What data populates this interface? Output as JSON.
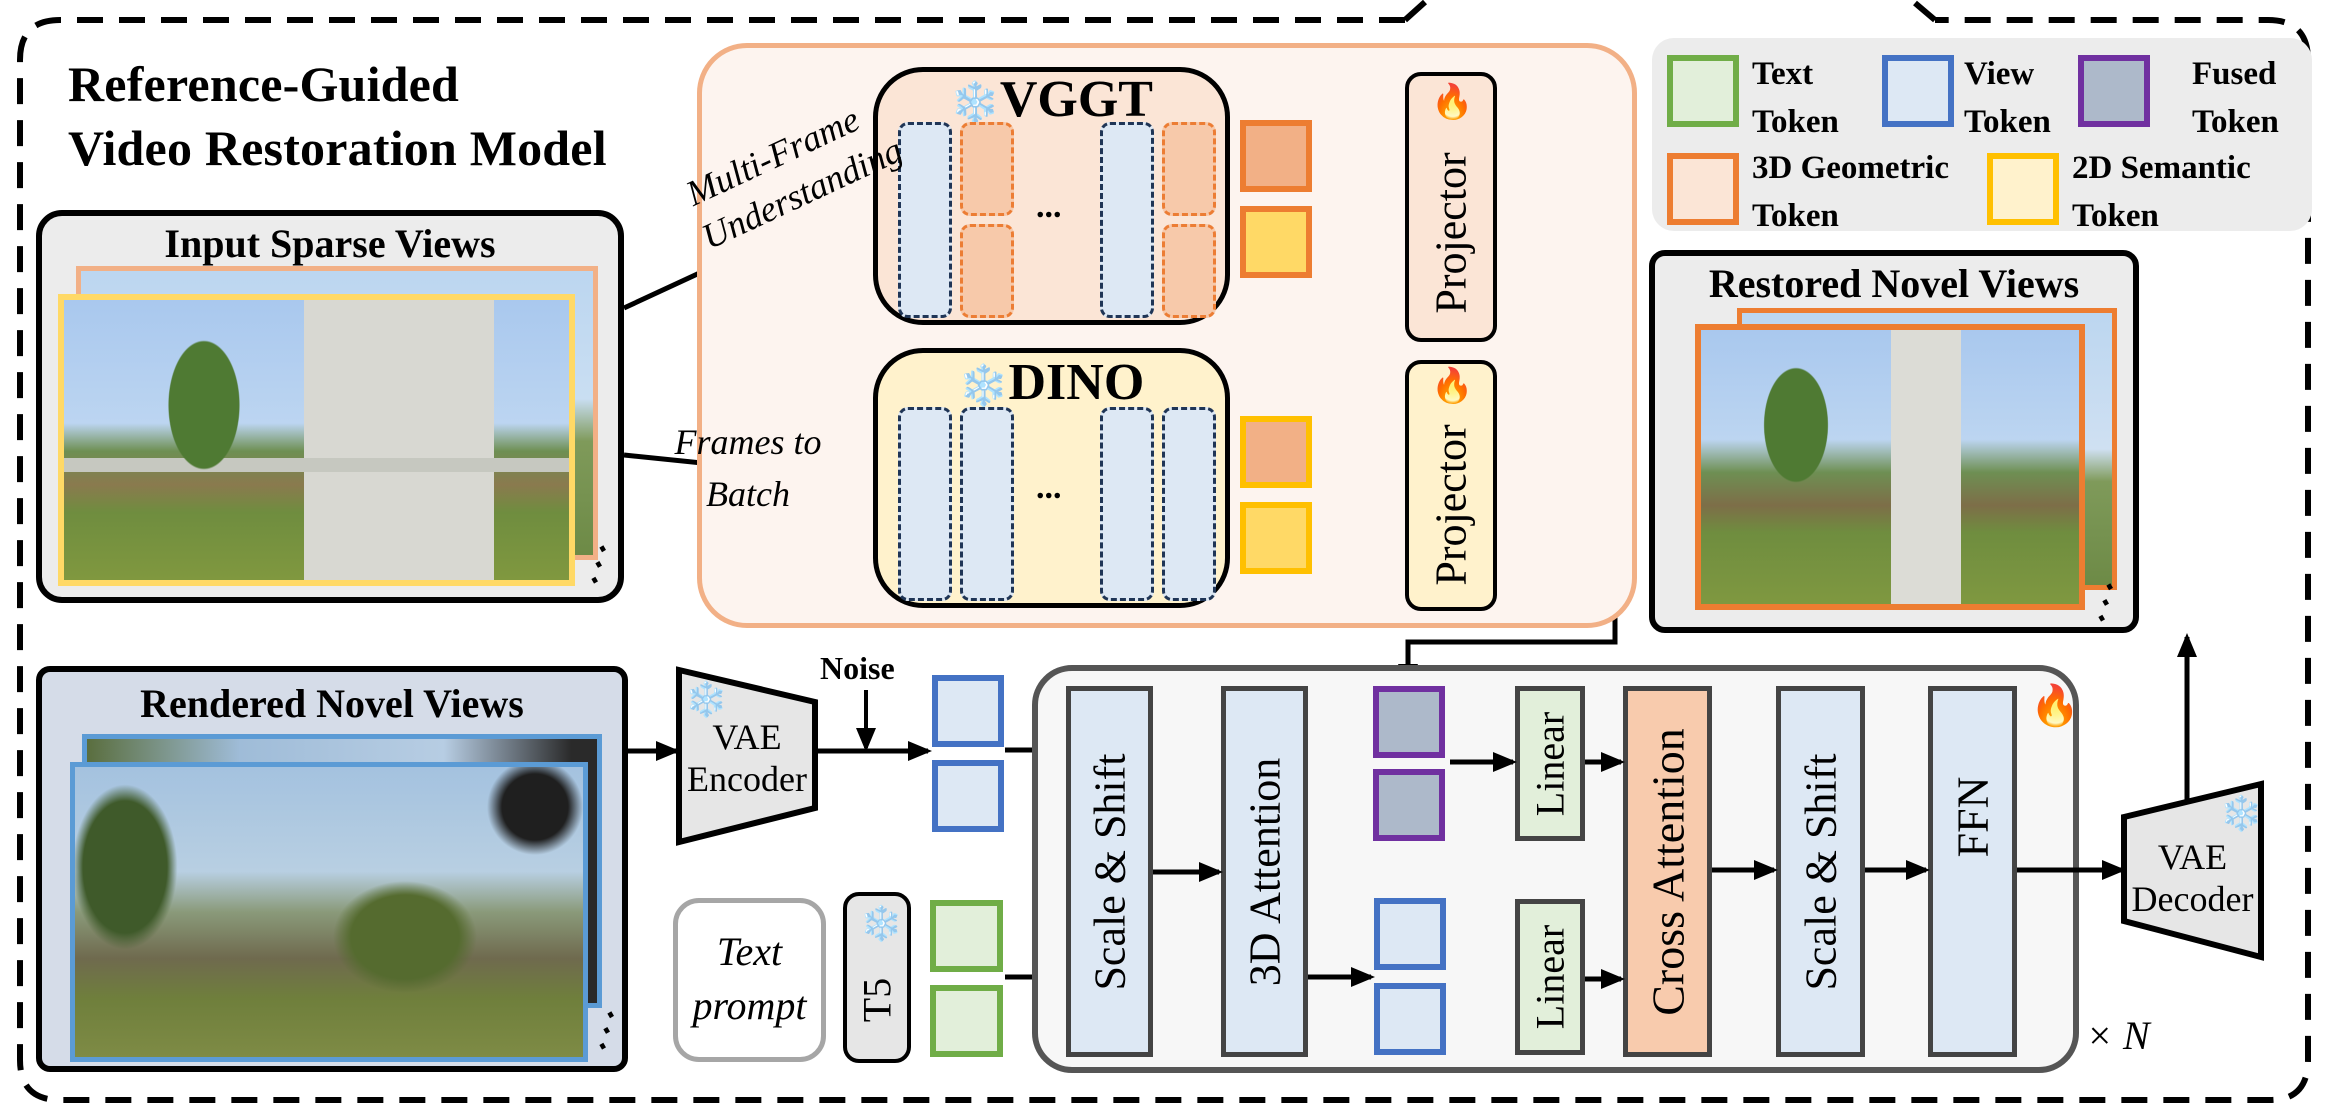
{
  "title": {
    "line1": "Reference-Guided",
    "line2": "Video Restoration Model"
  },
  "panels": {
    "input_sparse_views": {
      "title": "Input Sparse Views"
    },
    "rendered_novel_views": {
      "title": "Rendered Novel Views"
    },
    "restored_novel_views": {
      "title": "Restored Novel Views"
    },
    "more_frames_glyph": "⋰"
  },
  "edges": {
    "multi_frame": {
      "line1": "Multi-Frame",
      "line2": "Understanding"
    },
    "frames_to_batch": {
      "line1": "Frames to",
      "line2": "Batch"
    },
    "noise": "Noise"
  },
  "encoders": {
    "vggt": {
      "label": "VGGT",
      "state": "frozen"
    },
    "dino": {
      "label": "DINO",
      "state": "frozen"
    },
    "ellipsis": "..."
  },
  "projectors": [
    {
      "label": "Projector",
      "state": "trainable"
    },
    {
      "label": "Projector",
      "state": "trainable"
    }
  ],
  "vae_encoder": {
    "line1": "VAE",
    "line2": "Encoder",
    "state": "frozen"
  },
  "vae_decoder": {
    "line1": "VAE",
    "line2": "Decoder",
    "state": "frozen"
  },
  "text_prompt": {
    "line1": "Text",
    "line2": "prompt"
  },
  "t5": {
    "label": "T5",
    "state": "frozen"
  },
  "transformer_block": {
    "state": "trainable",
    "repeat": "× N",
    "layers": {
      "scale_shift_1": "Scale & Shift",
      "attention_3d": "3D Attention",
      "linear_top": "Linear",
      "linear_bottom": "Linear",
      "cross_attention": "Cross Attention",
      "scale_shift_2": "Scale & Shift",
      "ffn": "FFN"
    }
  },
  "legend": [
    {
      "line1": "Text",
      "line2": "Token",
      "border": "#70ad47",
      "fill": "#e2efda"
    },
    {
      "line1": "View",
      "line2": "Token",
      "border": "#4472c4",
      "fill": "#dde8f4"
    },
    {
      "line1": "Fused",
      "line2": "Token",
      "border": "#7030a0",
      "fill": "#adb9ca"
    },
    {
      "line1": "3D Geometric",
      "line2": "Token",
      "border": "#ed7d31",
      "fill": "#fbe5d6"
    },
    {
      "line1": "2D Semantic",
      "line2": "Token",
      "border": "#ffc000",
      "fill": "#fff2cc"
    }
  ],
  "icons": {
    "frozen": "❄️",
    "trainable": "🔥"
  },
  "colors": {
    "geometric_token_fill": "#f2b086",
    "semantic_token_fill": "#ffd966",
    "cross_attention_fill": "#f8cbad",
    "block_fill": "#dde8f4",
    "linear_fill": "#e2efda"
  }
}
